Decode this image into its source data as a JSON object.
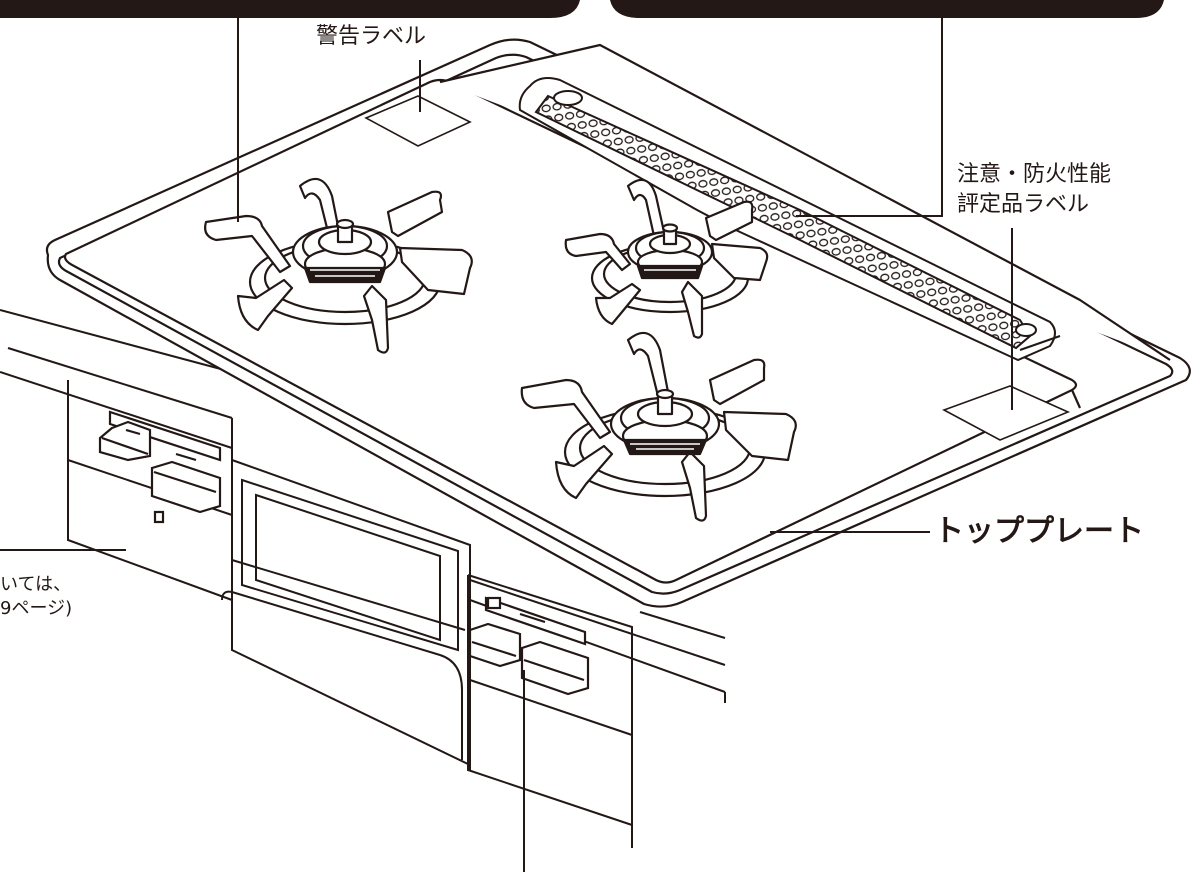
{
  "labels": {
    "warning_label": "警告ラベル",
    "caution_label_line1": "注意・防火性能",
    "caution_label_line2": "評定品ラベル",
    "top_plate": "トッププレート",
    "left_note_line1": "いては、",
    "left_note_line2": "9ページ)"
  }
}
